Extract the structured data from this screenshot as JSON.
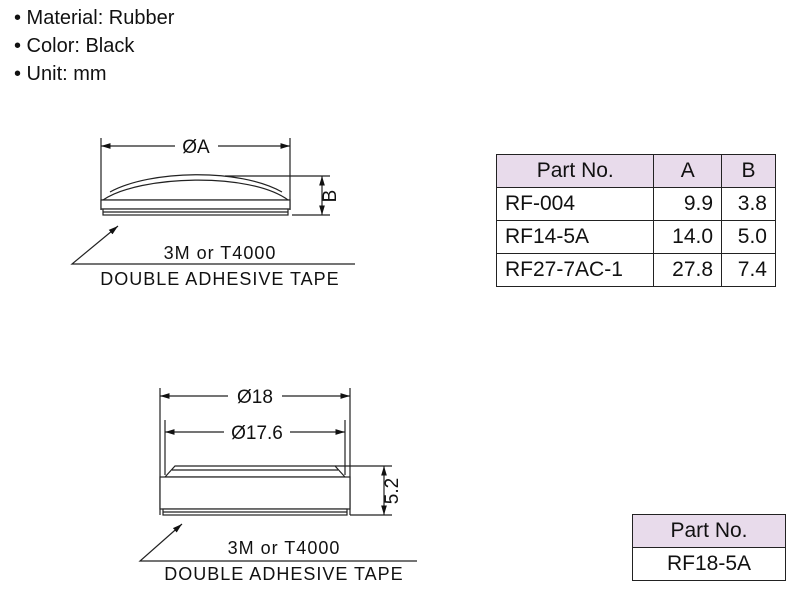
{
  "specs": [
    "• Material: Rubber",
    "• Color: Black",
    "• Unit: mm"
  ],
  "drawing1": {
    "dim_diameter": "ØA",
    "dim_height": "B",
    "tape_line1": "3M or T4000",
    "tape_line2": "DOUBLE ADHESIVE TAPE"
  },
  "drawing2": {
    "dim_outer": "Ø18",
    "dim_inner": "Ø17.6",
    "dim_height": "5.2",
    "tape_line1": "3M or T4000",
    "tape_line2": "DOUBLE ADHESIVE TAPE"
  },
  "table1": {
    "headers": [
      "Part No.",
      "A",
      "B"
    ],
    "rows": [
      [
        "RF-004",
        "9.9",
        "3.8"
      ],
      [
        "RF14-5A",
        "14.0",
        "5.0"
      ],
      [
        "RF27-7AC-1",
        "27.8",
        "7.4"
      ]
    ]
  },
  "table2": {
    "header": "Part No.",
    "value": "RF18-5A"
  },
  "colors": {
    "header_fill": "#e8dbeb",
    "line": "#222222"
  }
}
